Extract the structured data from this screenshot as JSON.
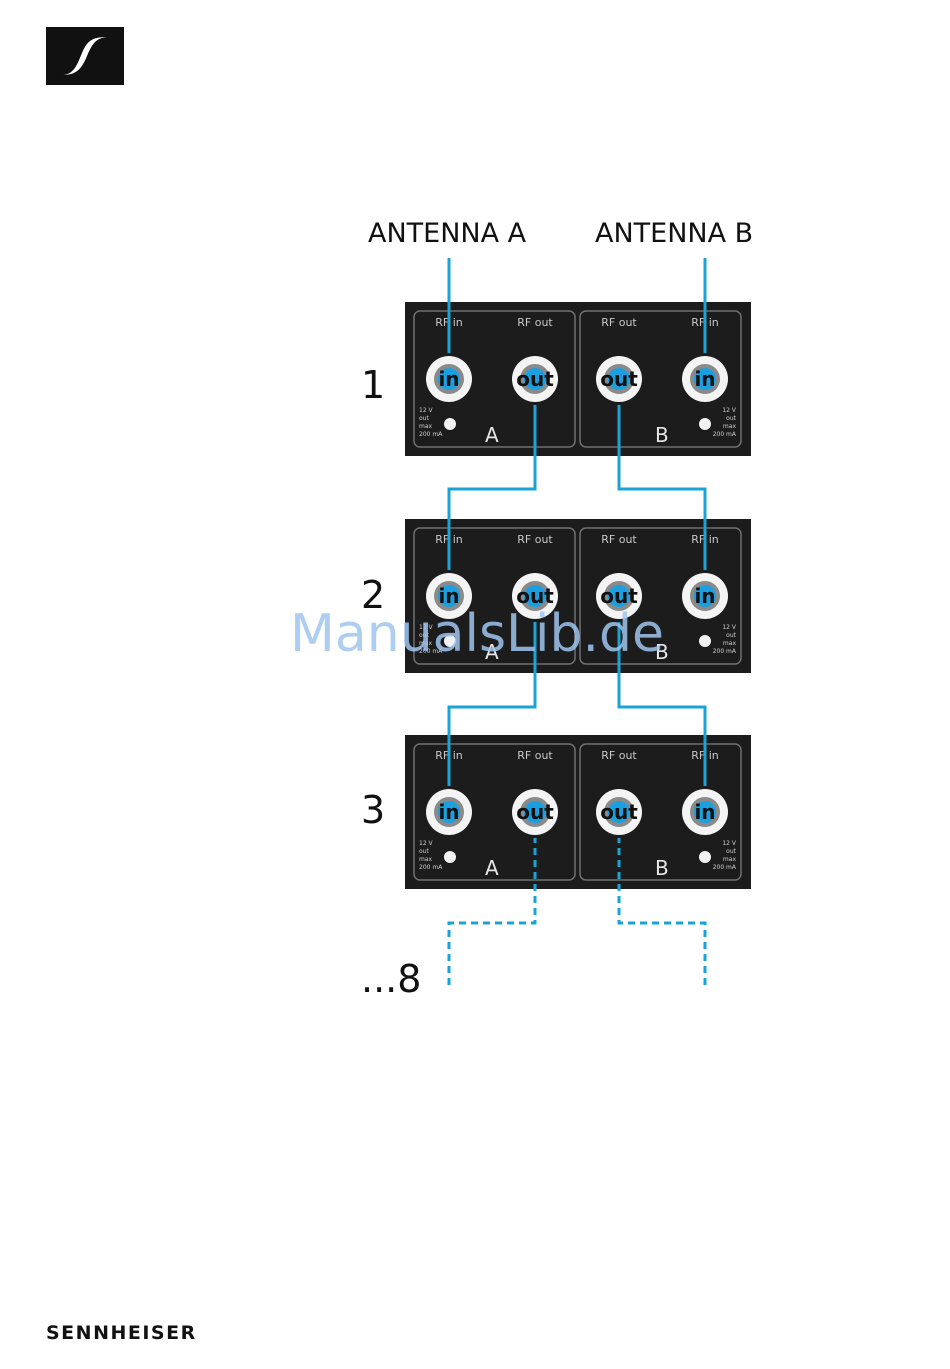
{
  "antennas": {
    "a": "ANTENNA A",
    "b": "ANTENNA B"
  },
  "units": [
    {
      "number": "1"
    },
    {
      "number": "2"
    },
    {
      "number": "3"
    }
  ],
  "continuation_label": "...8",
  "panel": {
    "rf_in": "RF in",
    "rf_out": "RF out",
    "label_a": "A",
    "label_b": "B",
    "connector_in": "in",
    "connector_out": "out",
    "power_a": [
      "12 V",
      "out",
      "max",
      "200 mA"
    ],
    "power_b": [
      "12 V",
      "out",
      "max",
      "200 mA"
    ]
  },
  "watermark": "ManualsLib.de",
  "brand": "SENNHEISER",
  "colors": {
    "cable": "#1aa3d6",
    "panel": "#1c1c1c",
    "panel_border": "#707070",
    "connector_center": "#1a9fe0"
  },
  "icons": {
    "logo": "sennheiser-logo-icon"
  }
}
